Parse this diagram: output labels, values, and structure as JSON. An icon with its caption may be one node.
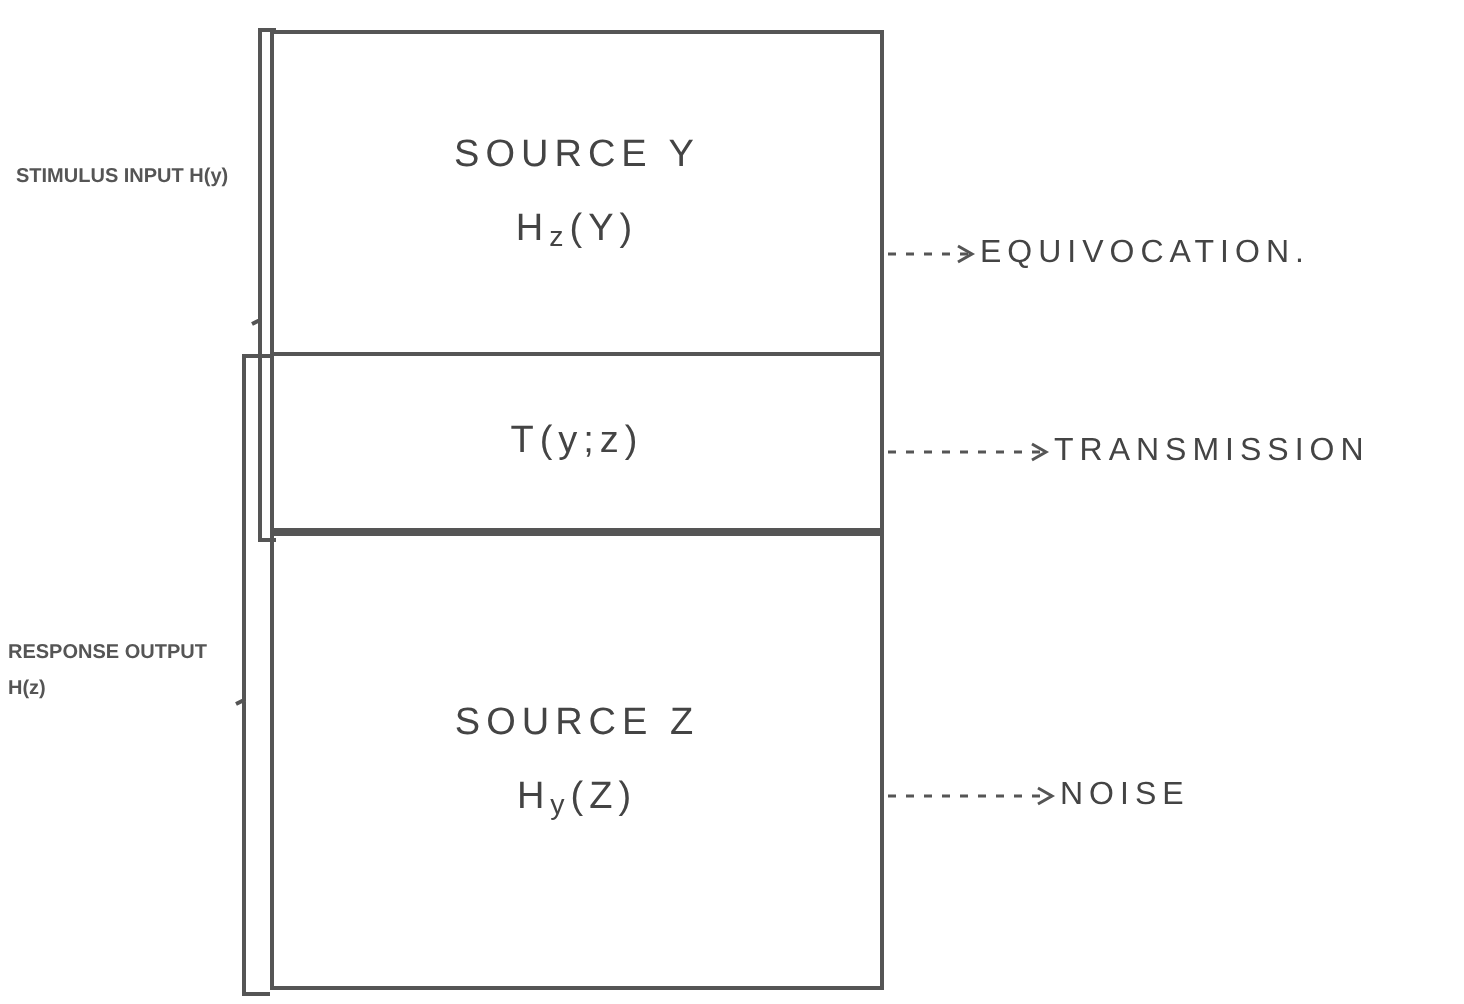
{
  "diagram": {
    "nodes": [
      {
        "text": [
          "SOURCE Y",
          "H$_{z}$(Y)"
        ]
      },
      {
        "text": [
          "T(y;z)"
        ]
      },
      {
        "text": [
          "SOURCE Z",
          "H$_{y}$(Z)"
        ]
      },
      {
        "text": [
          "EQUIVOCATION."
        ]
      },
      {
        "text": [
          "TRANSMISSION"
        ]
      },
      {
        "text": [
          "NOISE"
        ]
      }
    ],
    "edges": [
      {
        "from": 0,
        "to": 3,
        "arrow": "to",
        "style": "dashed"
      },
      {
        "from": 1,
        "to": 4,
        "arrow": "to",
        "style": "dashed"
      },
      {
        "from": 2,
        "to": 5,
        "arrow": "to",
        "style": "dashed"
      }
    ],
    "labels": [
      "STIMULUS INPUT H(y)",
      "RESPONSE OUTPUT H(z)"
    ]
  }
}
